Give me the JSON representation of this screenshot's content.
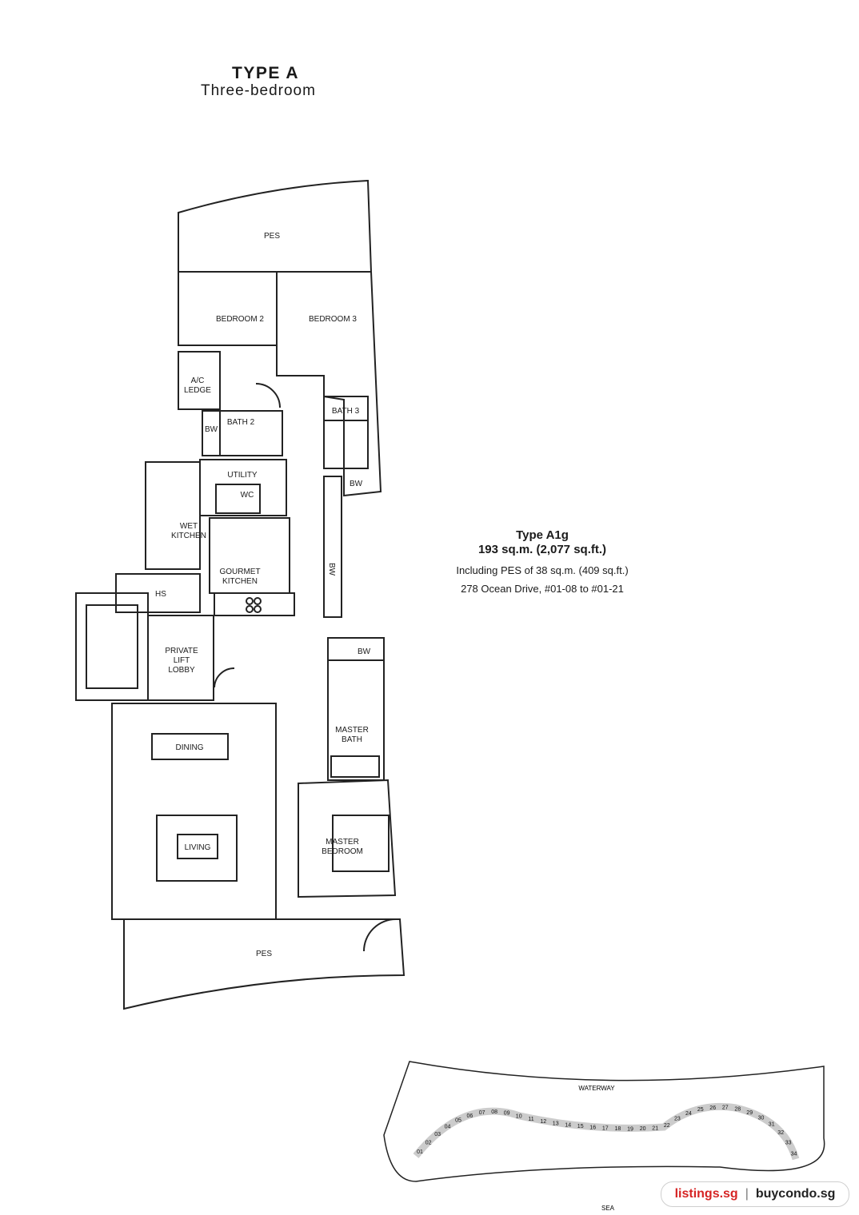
{
  "header": {
    "type": "TYPE A",
    "subtitle": "Three-bedroom"
  },
  "info": {
    "unit_type": "Type A1g",
    "area": "193 sq.m. (2,077 sq.ft.)",
    "pes_note": "Including PES of 38 sq.m. (409 sq.ft.)",
    "address": "278 Ocean Drive, #01-08 to #01-21"
  },
  "rooms": {
    "pes_top": "PES",
    "bedroom2": "BEDROOM 2",
    "bedroom3": "BEDROOM 3",
    "ac_ledge_1": "A/C",
    "ac_ledge_2": "LEDGE",
    "bw": "BW",
    "bath2": "BATH 2",
    "bath3": "BATH 3",
    "utility": "UTILITY",
    "wc": "WC",
    "wet_kitchen_1": "WET",
    "wet_kitchen_2": "KITCHEN",
    "gourmet_1": "GOURMET",
    "gourmet_2": "KITCHEN",
    "hs": "HS",
    "lobby_1": "PRIVATE",
    "lobby_2": "LIFT",
    "lobby_3": "LOBBY",
    "dining": "DINING",
    "living": "LIVING",
    "master_bath_1": "MASTER",
    "master_bath_2": "BATH",
    "master_bed_1": "MASTER",
    "master_bed_2": "BEDROOM",
    "pes_bottom": "PES"
  },
  "site_plan": {
    "waterway": "WATERWAY",
    "sea": "SEA",
    "units": [
      "01",
      "02",
      "03",
      "04",
      "05",
      "06",
      "07",
      "08",
      "09",
      "10",
      "11",
      "12",
      "13",
      "14",
      "15",
      "16",
      "17",
      "18",
      "19",
      "20",
      "21",
      "22",
      "23",
      "24",
      "25",
      "26",
      "27",
      "28",
      "29",
      "30",
      "31",
      "32",
      "33",
      "34"
    ]
  },
  "footer": {
    "brand1": "listings.sg",
    "separator": "|",
    "brand2": "buycondo.sg"
  }
}
